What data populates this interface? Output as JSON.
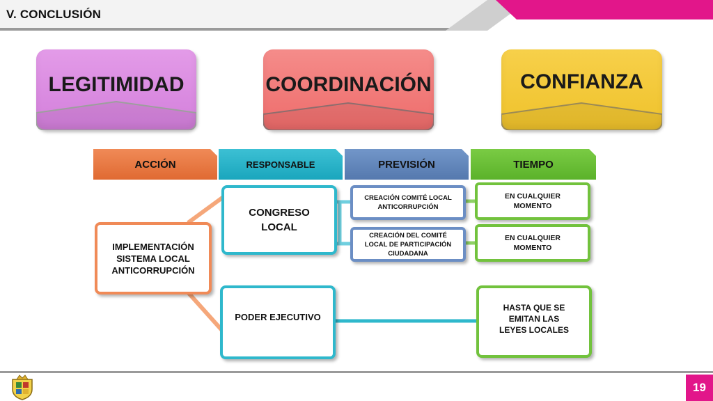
{
  "header": {
    "section_title": "V. CONCLUSIÓN"
  },
  "pillars": [
    {
      "label": "LEGITIMIDAD",
      "color": "#d985e0"
    },
    {
      "label": "COORDINACIÓN",
      "color": "#f07876"
    },
    {
      "label": "CONFIANZA",
      "color": "#f2c83a"
    }
  ],
  "columns": {
    "accion": "ACCIÓN",
    "responsable": "RESPONSABLE",
    "prevision": "PREVISIÓN",
    "tiempo": "TIEMPO"
  },
  "accion": {
    "line1": "IMPLEMENTACIÓN",
    "line2": "SISTEMA LOCAL",
    "line3": "ANTICORRUPCIÓN"
  },
  "responsables": [
    {
      "line1": "CONGRESO",
      "line2": "LOCAL"
    },
    {
      "label": "PODER EJECUTIVO"
    }
  ],
  "previsiones": [
    {
      "line1": "CREACIÓN COMITÉ LOCAL",
      "line2": "ANTICORRUPCIÓN"
    },
    {
      "line1": "CREACIÓN DEL COMITÉ",
      "line2": "LOCAL DE PARTICIPACIÓN",
      "line3": "CIUDADANA"
    }
  ],
  "tiempos": [
    {
      "line1": "EN CUALQUIER",
      "line2": "MOMENTO"
    },
    {
      "line1": "EN CUALQUIER",
      "line2": "MOMENTO"
    },
    {
      "line1": "HASTA QUE SE",
      "line2": "EMITAN LAS",
      "line3": "LEYES LOCALES"
    }
  ],
  "footer": {
    "page_number": "19"
  },
  "colors": {
    "accent_magenta": "#e2168a",
    "accion": "#f08a57",
    "responsable": "#2fb8cc",
    "prevision": "#6b8ec4",
    "tiempo": "#72c23d"
  }
}
